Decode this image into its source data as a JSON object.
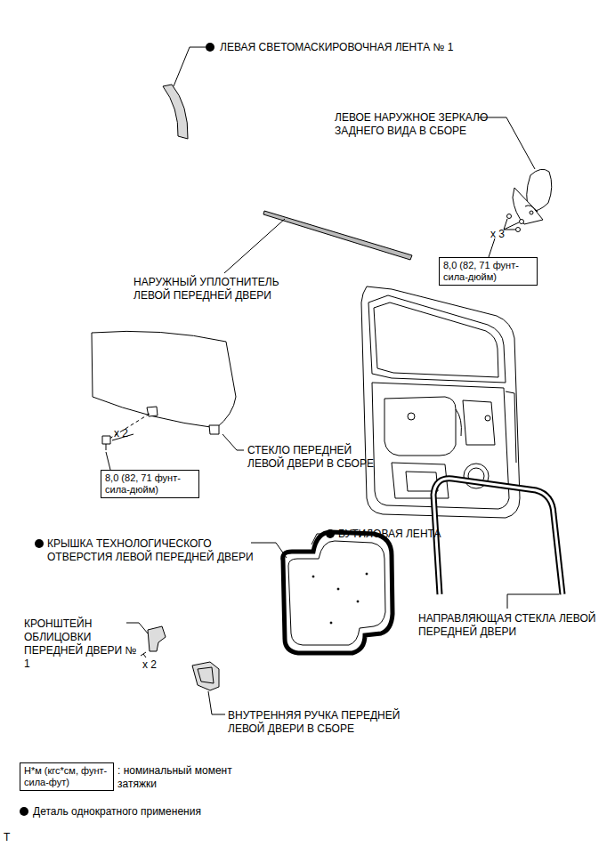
{
  "diagram": {
    "nodes": [
      {
        "text": [
          "8,0 (82, 71 фунт-сила-дюйм)"
        ]
      },
      {
        "text": [
          "8,0 (82, 71 фунт-сила-дюйм)"
        ]
      },
      {
        "text": [
          "Н*м (кгс*см, фунт-сила-фут)"
        ]
      }
    ],
    "labels": [
      "ЛЕВАЯ СВЕТОМАСКИРОВОЧНАЯ ЛЕНТА № 1",
      "ЛЕВОЕ НАРУЖНОЕ ЗЕРКАЛО ЗАДНЕГО ВИДА В СБОРЕ",
      "x 3",
      "НАРУЖНЫЙ УПЛОТНИТЕЛЬ ЛЕВОЙ ПЕРЕДНЕЙ ДВЕРИ",
      "x 2",
      "СТЕКЛО ПЕРЕДНЕЙ ЛЕВОЙ ДВЕРИ В СБОРЕ",
      "КРЫШКА ТЕХНОЛОГИЧЕСКОГО ОТВЕРСТИЯ ЛЕВОЙ ПЕРЕДНЕЙ ДВЕРИ",
      "БУТИЛОВАЯ ЛЕНТА",
      "НАПРАВЛЯЮЩАЯ СТЕКЛА ЛЕВОЙ ПЕРЕДНЕЙ ДВЕРИ",
      "КРОНШТЕЙН ОБЛИЦОВКИ ПЕРЕДНЕЙ ДВЕРИ № 1",
      "x 2",
      "ВНУТРЕННЯЯ РУЧКА ПЕРЕДНЕЙ ЛЕВОЙ ДВЕРИ В СБОРЕ",
      "T"
    ],
    "legend": [
      {
        "text": ": номинальный момент затяжки"
      },
      {
        "text": "Деталь однократного применения"
      }
    ]
  }
}
